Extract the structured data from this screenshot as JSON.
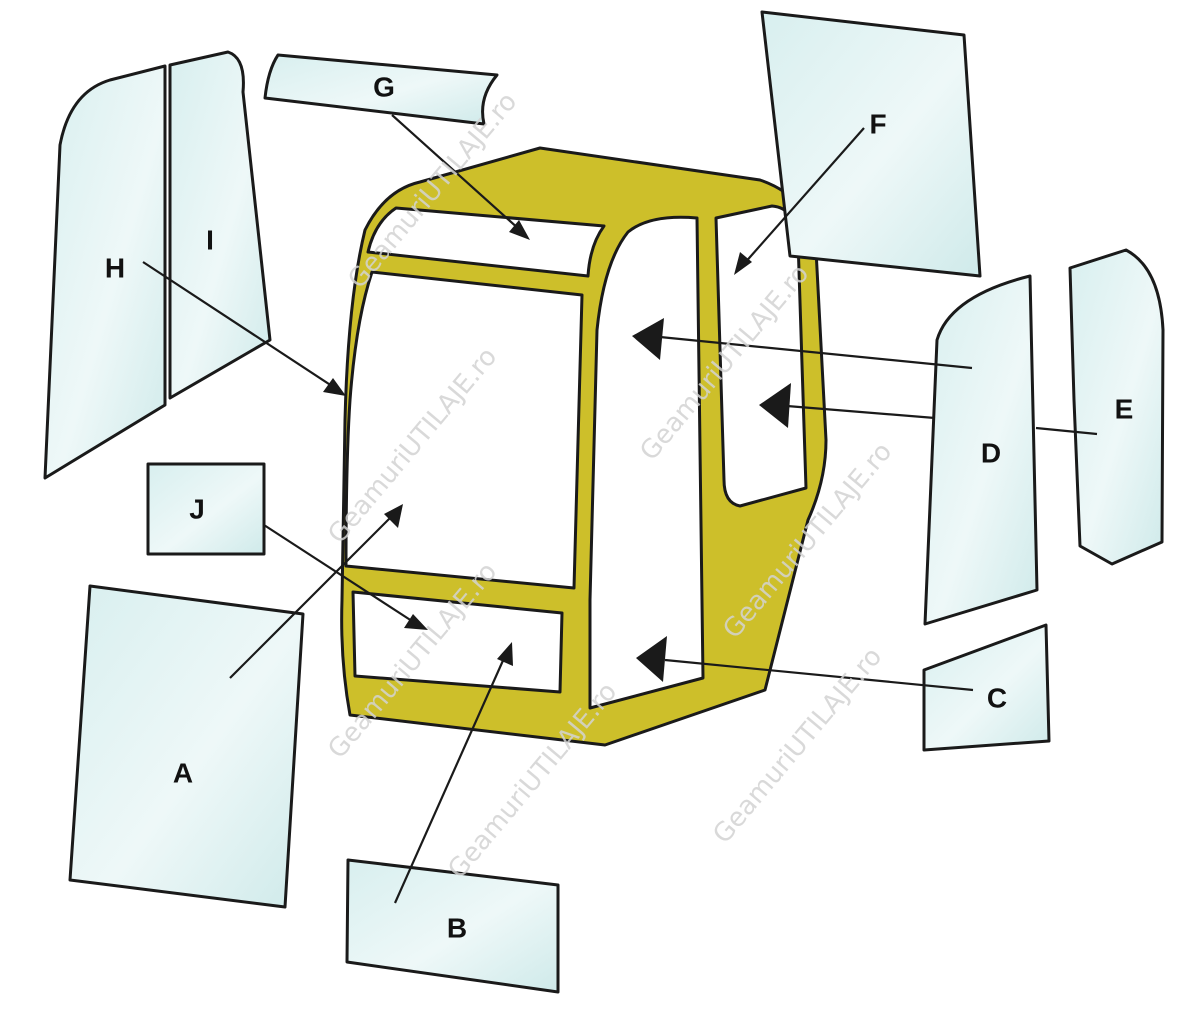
{
  "diagram": {
    "colors": {
      "glass_fill": "#d8efef",
      "glass_highlight": "#eef8f8",
      "cab_frame": "#cdbf2a",
      "outline": "#1a1a1a",
      "watermark": "#d2d2d2"
    },
    "panel_labels": {
      "a": "A",
      "b": "B",
      "c": "C",
      "d": "D",
      "e": "E",
      "f": "F",
      "g": "G",
      "h": "H",
      "i": "I",
      "j": "J"
    },
    "watermark_text": "GeamuriUTILAJE.ro"
  }
}
